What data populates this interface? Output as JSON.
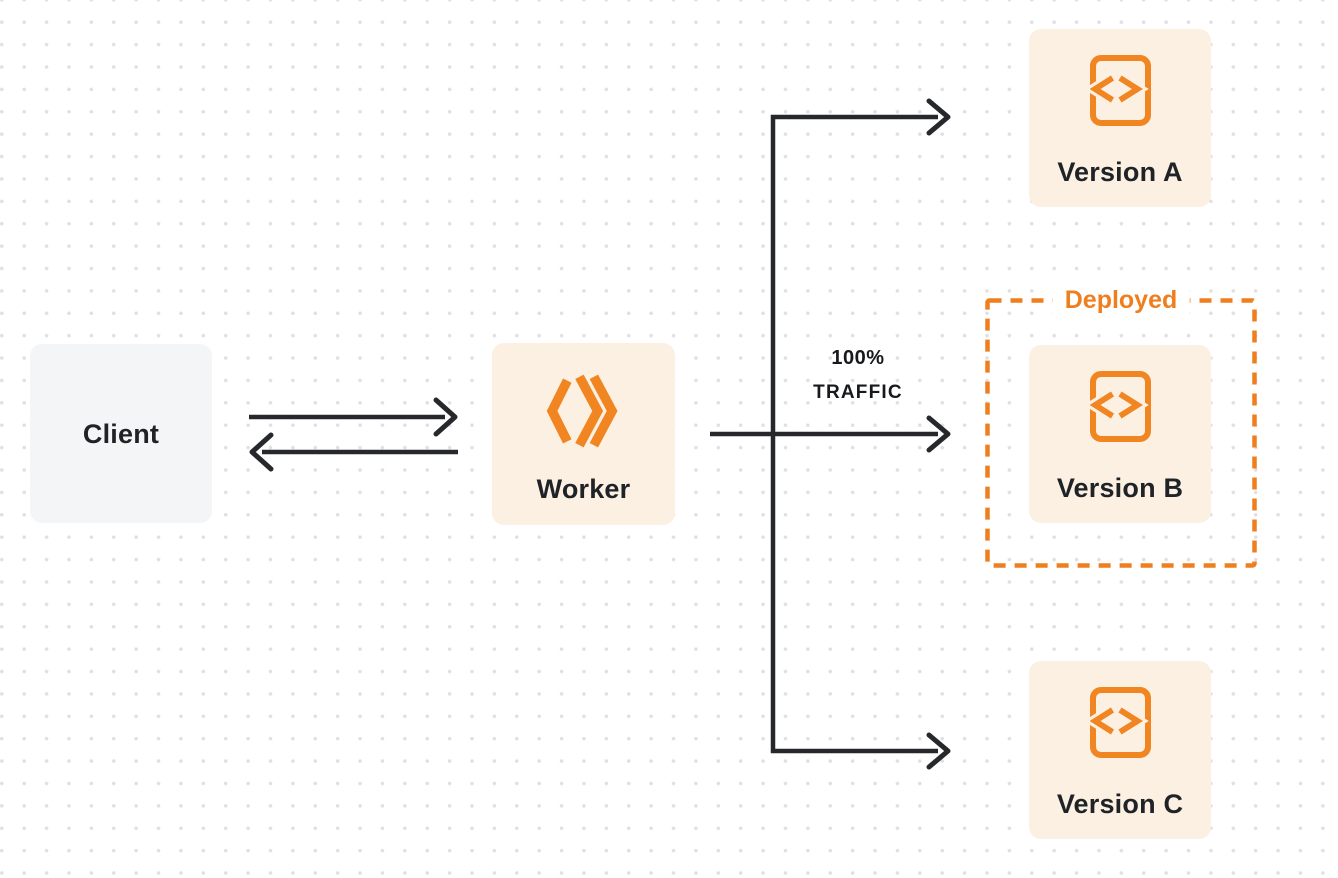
{
  "diagram": {
    "type": "architecture-flow",
    "palette": {
      "accent_orange": "#f08522",
      "deployed_orange": "#ef7e1e",
      "node_cream": "#fbf0e1",
      "client_gray": "#f4f5f7",
      "line_ink": "#26282b",
      "label_ink": "#1f2227",
      "grid_dot": "#e0e0e4",
      "background": "#ffffff"
    },
    "nodes": {
      "client": {
        "label": "Client"
      },
      "worker": {
        "label": "Worker",
        "icon": "cloudflare-workers-icon"
      },
      "version_a": {
        "label": "Version A",
        "icon": "code-file-icon"
      },
      "version_b": {
        "label": "Version B",
        "icon": "code-file-icon"
      },
      "version_c": {
        "label": "Version C",
        "icon": "code-file-icon"
      }
    },
    "groups": {
      "deployed": {
        "label": "Deployed",
        "contains": "version_b"
      }
    },
    "edges": [
      {
        "from": "client",
        "to": "worker",
        "style": "bidirectional-arrows"
      },
      {
        "from": "worker",
        "to": "version_a",
        "style": "arrow"
      },
      {
        "from": "worker",
        "to": "version_b",
        "style": "arrow",
        "label": "100% TRAFFIC"
      },
      {
        "from": "worker",
        "to": "version_c",
        "style": "arrow"
      }
    ],
    "traffic_label": {
      "line1": "100%",
      "line2": "TRAFFIC"
    }
  }
}
